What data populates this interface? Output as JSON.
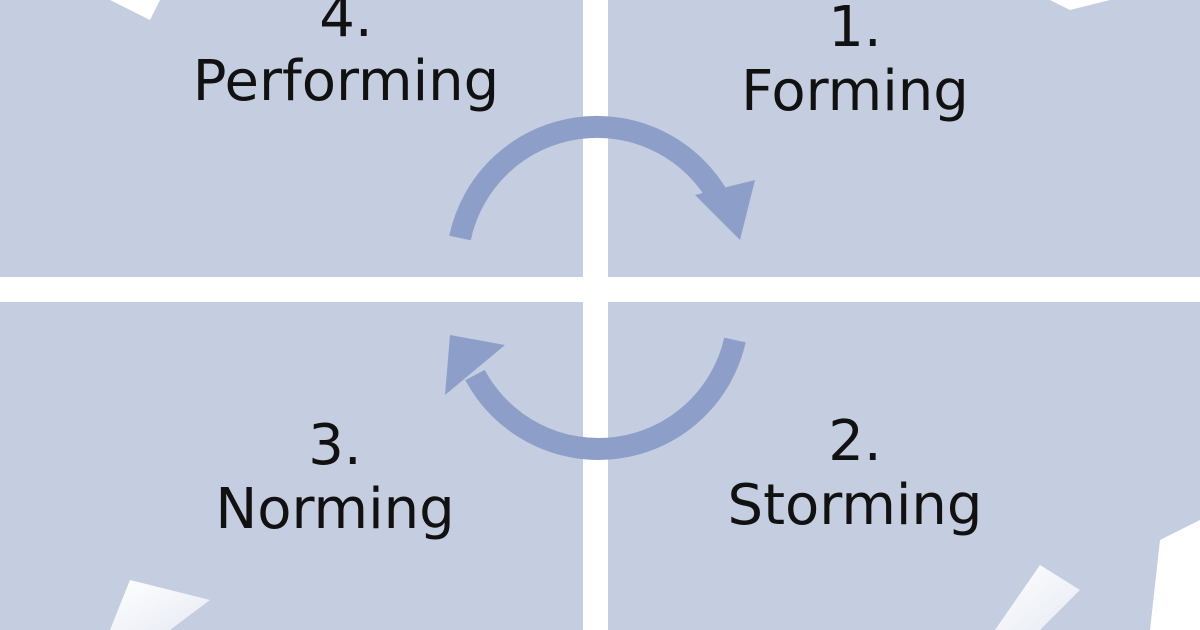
{
  "stages": [
    {
      "number": "4.",
      "name": "Performing"
    },
    {
      "number": "1.",
      "name": "Forming"
    },
    {
      "number": "3.",
      "name": "Norming"
    },
    {
      "number": "2.",
      "name": "Storming"
    }
  ],
  "colors": {
    "quadrant": "#c5cde0",
    "arrow": "#8d9fc9",
    "divider": "#ffffff"
  }
}
